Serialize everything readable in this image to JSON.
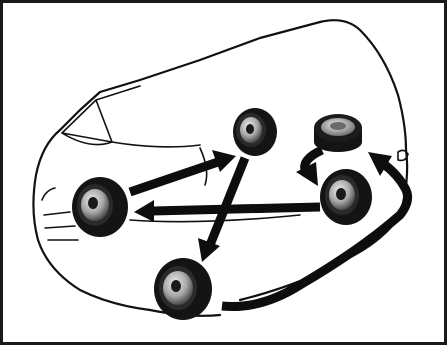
{
  "figure": {
    "subject": "vehicle-outline",
    "colors": {
      "ink": "#111111",
      "tire": "#141414",
      "hub_light": "#dcdcdc",
      "hub_mid": "#8c8c8c",
      "background": "#ffffff"
    },
    "wheels": [
      {
        "id": "front-left"
      },
      {
        "id": "front-right"
      },
      {
        "id": "rear-left"
      },
      {
        "id": "rear-right"
      },
      {
        "id": "spare"
      }
    ],
    "arrows": [
      {
        "from": "front-left",
        "to": "front-right"
      },
      {
        "from": "front-right",
        "to": "rear-left"
      },
      {
        "from": "rear-right",
        "to": "front-left"
      },
      {
        "from": "rear-left",
        "to": "spare"
      },
      {
        "from": "spare",
        "to": "rear-right"
      }
    ]
  }
}
